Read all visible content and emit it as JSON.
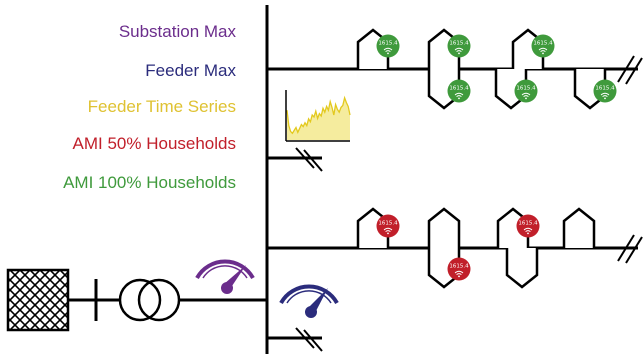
{
  "legend": [
    {
      "label": "Substation Max",
      "color": "#6b2d8c"
    },
    {
      "label": "Feeder Max",
      "color": "#2b2c7c"
    },
    {
      "label": "Feeder Time Series",
      "color": "#dfc232"
    },
    {
      "label": "AMI 50% Households",
      "color": "#c11f2a"
    },
    {
      "label": "AMI 100% Households",
      "color": "#3f9a3c"
    }
  ],
  "meter_label": "1615.4",
  "colors": {
    "line": "#000000",
    "ami_full": "#3f9a3c",
    "ami_half": "#c11f2a",
    "gauge_substation": "#6b2d8c",
    "gauge_feeder": "#2b2c7c",
    "timeseries_fill": "#f5ec9e",
    "timeseries_line": "#e3c91e"
  },
  "feeder_time_series": [
    0.62,
    0.3,
    0.18,
    0.14,
    0.2,
    0.26,
    0.16,
    0.24,
    0.32,
    0.28,
    0.36,
    0.3,
    0.44,
    0.38,
    0.52,
    0.48,
    0.6,
    0.45,
    0.55,
    0.5,
    0.66,
    0.58,
    0.7,
    0.62,
    0.8,
    0.68,
    0.52,
    0.74,
    0.64,
    0.58,
    0.68,
    0.72,
    0.88,
    0.78,
    0.7,
    0.52
  ]
}
